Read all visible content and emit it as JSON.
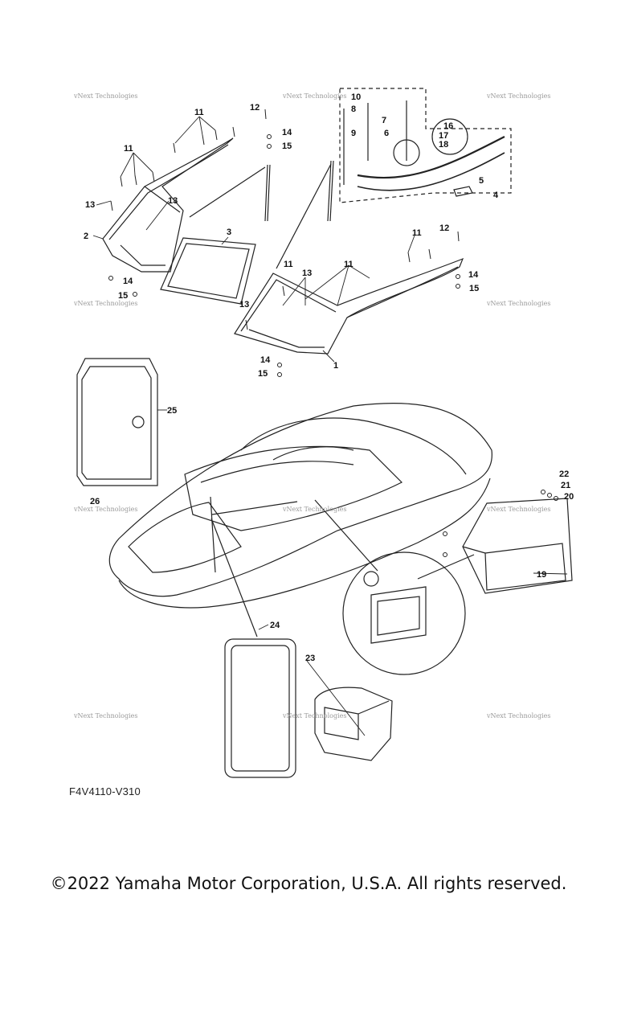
{
  "diagram_code": "F4V4110-V310",
  "copyright": "©2022 Yamaha Motor Corporation, U.S.A. All rights reserved.",
  "watermark_text": "vNext Technologies",
  "callouts": {
    "c1": "1",
    "c2": "2",
    "c3": "3",
    "c4": "4",
    "c5": "5",
    "c6": "6",
    "c7": "7",
    "c8": "8",
    "c9": "9",
    "c10": "10",
    "c11": "11",
    "c12": "12",
    "c13": "13",
    "c14": "14",
    "c15": "15",
    "c16": "16",
    "c17": "17",
    "c18": "18",
    "c19": "19",
    "c20": "20",
    "c21": "21",
    "c22": "22",
    "c23": "23",
    "c24": "24",
    "c25": "25",
    "c26": "26"
  }
}
